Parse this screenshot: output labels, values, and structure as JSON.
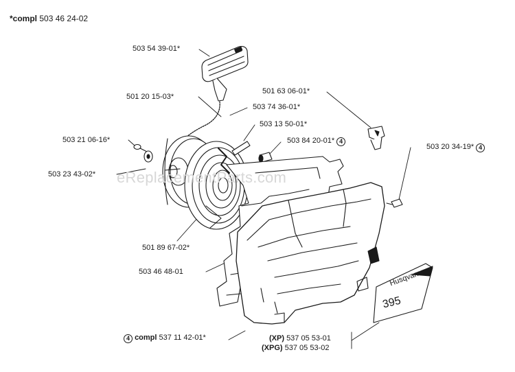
{
  "header": {
    "prefix": "*compl",
    "number": "503 46 24-02"
  },
  "watermark": "eReplacementParts.com",
  "labels": {
    "handle": "503 54 39-01*",
    "rope": "501 20 15-03*",
    "pulley": "503 74 36-01*",
    "spring": "503 13 50-01*",
    "screw_small": "503 21 06-16*",
    "washer": "503 23 43-02*",
    "grommet": "501 63 06-01*",
    "nut": "503 84 20-01*",
    "nut_circle": "4",
    "screw_right": "503 20 34-19*",
    "screw_right_circle": "4",
    "spring_cassette": "501 89 67-02*",
    "guard": "503 46 48-01",
    "cover_circle": "4",
    "cover_prefix": "compl",
    "cover_number": "537 11 42-01*",
    "decal_xp_tag": "(XP)",
    "decal_xp_number": "537 05 53-01",
    "decal_xpg_tag": "(XPG)",
    "decal_xpg_number": "537 05 53-02"
  },
  "decal": {
    "brand": "Husqvarna",
    "model": "395"
  }
}
